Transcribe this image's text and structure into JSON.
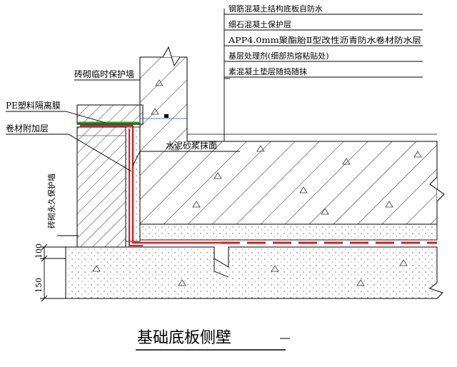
{
  "title": "基础底板侧壁",
  "layers": [
    "钢筋混凝土结构底板自防水",
    "细石混凝土保护层",
    "APP4.0mm聚酯胎Ⅱ型改性沥青防水卷材防水层",
    "基层处理剂(细部热熔粘贴处)",
    "素混凝土垫层随捣随抹"
  ],
  "labels": {
    "temp_wall": "砖砌临时保护墙",
    "pe_film": "PE塑料隔离膜",
    "extra_layer": "卷材附加层",
    "mortar": "水泥砂浆抹面",
    "perm_wall": "砖砌永久保护墙"
  },
  "dimensions": {
    "d100": "100",
    "d150": "150"
  },
  "colors": {
    "membrane": "#e21a1a",
    "pe_film": "#1aa31a",
    "line": "#000000"
  }
}
